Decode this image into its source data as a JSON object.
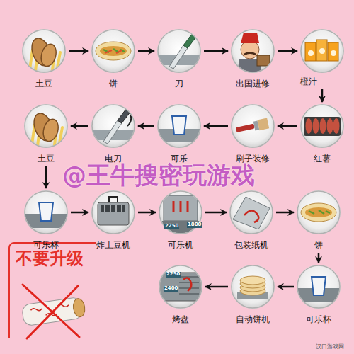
{
  "diagram": {
    "nodes": [
      {
        "text": [
          "土豆"
        ]
      },
      {
        "text": [
          "饼"
        ]
      },
      {
        "text": [
          "刀"
        ]
      },
      {
        "text": [
          "出国进修"
        ]
      },
      {
        "text": [
          "橙汁"
        ]
      },
      {
        "text": [
          "红薯"
        ]
      },
      {
        "text": [
          "刷子装修"
        ]
      },
      {
        "text": [
          "可乐"
        ]
      },
      {
        "text": [
          "电刀"
        ]
      },
      {
        "text": [
          "土豆"
        ]
      },
      {
        "text": [
          "可乐杯"
        ]
      },
      {
        "text": [
          "炸土豆机"
        ]
      },
      {
        "text": [
          "可乐机"
        ]
      },
      {
        "text": [
          "包装纸机"
        ]
      },
      {
        "text": [
          "饼"
        ]
      },
      {
        "text": [
          "可乐杯"
        ]
      },
      {
        "text": [
          "自动饼机"
        ]
      },
      {
        "text": [
          "烤盘"
        ]
      },
      {
        "text": [
          "不要升级"
        ]
      }
    ],
    "edges": [
      {
        "from": 0,
        "to": 1,
        "arrow": "to"
      },
      {
        "from": 1,
        "to": 2,
        "arrow": "to"
      },
      {
        "from": 2,
        "to": 3,
        "arrow": "to"
      },
      {
        "from": 3,
        "to": 4,
        "arrow": "to"
      },
      {
        "from": 4,
        "to": 5,
        "arrow": "to"
      },
      {
        "from": 5,
        "to": 6,
        "arrow": "to"
      },
      {
        "from": 6,
        "to": 7,
        "arrow": "to"
      },
      {
        "from": 7,
        "to": 8,
        "arrow": "to"
      },
      {
        "from": 8,
        "to": 9,
        "arrow": "to"
      },
      {
        "from": 9,
        "to": 10,
        "arrow": "to"
      },
      {
        "from": 10,
        "to": 11,
        "arrow": "to"
      },
      {
        "from": 11,
        "to": 12,
        "arrow": "to"
      },
      {
        "from": 12,
        "to": 13,
        "arrow": "to"
      },
      {
        "from": 13,
        "to": 14,
        "arrow": "to"
      },
      {
        "from": 14,
        "to": 15,
        "arrow": "to"
      },
      {
        "from": 15,
        "to": 16,
        "arrow": "to"
      },
      {
        "from": 16,
        "to": 17,
        "arrow": "to"
      }
    ],
    "labels": [
      "@王牛搜密玩游戏",
      "2250",
      "1800",
      "2250",
      "2400",
      "汉口游戏网"
    ]
  }
}
